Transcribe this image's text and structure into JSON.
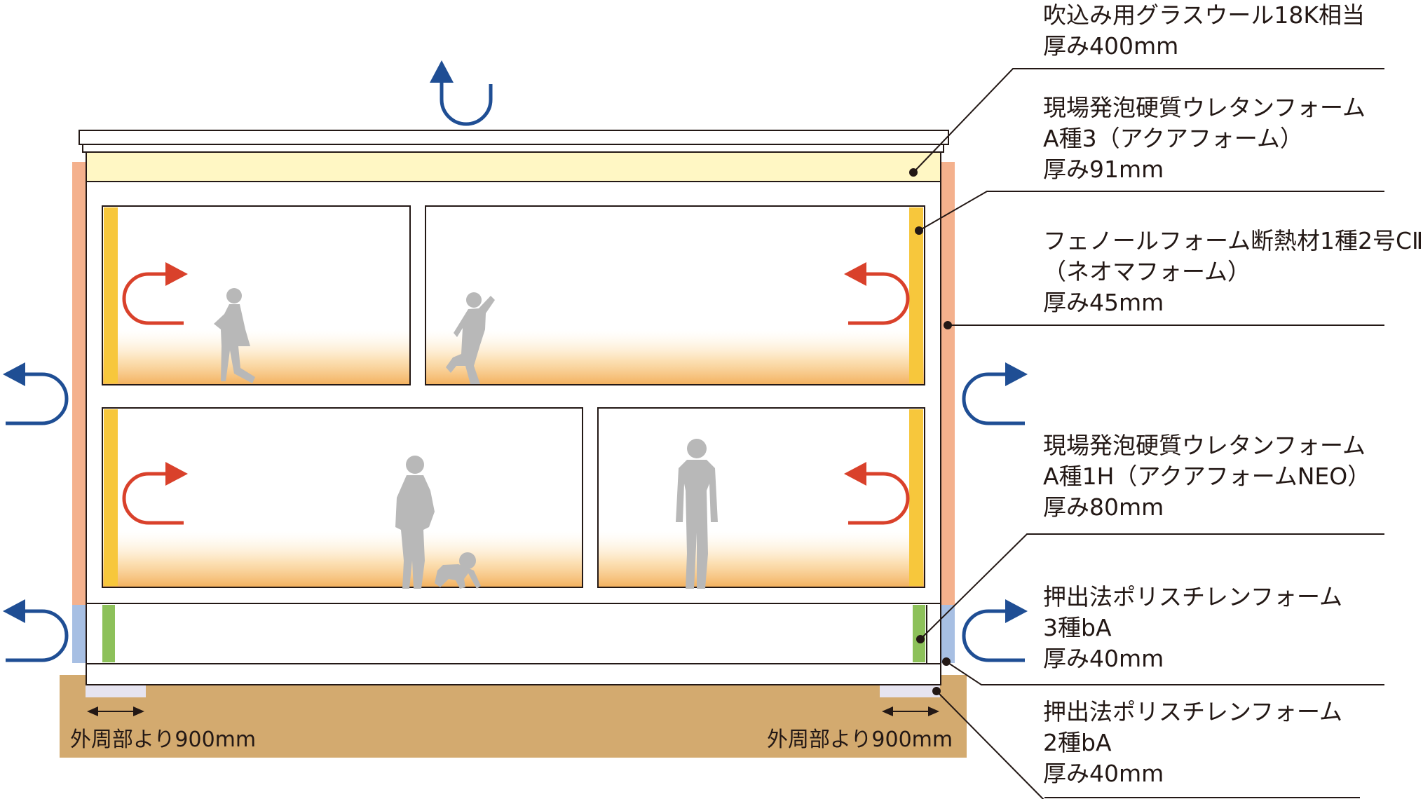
{
  "labels": [
    {
      "id": "roof",
      "lines": [
        "吹込み用グラスウール18K相当",
        "厚み400mm"
      ]
    },
    {
      "id": "ceiling",
      "lines": [
        "現場発泡硬質ウレタンフォーム",
        "A種3（アクアフォーム）",
        "厚み91mm"
      ]
    },
    {
      "id": "wall",
      "lines": [
        "フェノールフォーム断熱材1種2号CⅡ",
        "（ネオマフォーム）",
        "厚み45mm"
      ]
    },
    {
      "id": "floor",
      "lines": [
        "現場発泡硬質ウレタンフォーム",
        "A種1H（アクアフォームNEO）",
        "厚み80mm"
      ]
    },
    {
      "id": "foundation-side",
      "lines": [
        "押出法ポリスチレンフォーム",
        "3種bA",
        "厚み40mm"
      ]
    },
    {
      "id": "foundation-bottom",
      "lines": [
        "押出法ポリスチレンフォーム",
        "2種bA",
        "厚み40mm"
      ]
    }
  ],
  "ground": {
    "left_label": "外周部より900mm",
    "right_label": "外周部より900mm"
  },
  "colors": {
    "roof_insulation": "#fff7c4",
    "wall_insulation": "#f4b18d",
    "inner_insulation": "#f7c73c",
    "floor_insulation": "#8dc15a",
    "foundation_insulation": "#a7bfe3",
    "ground": "#d3aa6f",
    "heat_arrow": "#d9412b",
    "air_arrow": "#1f4e94",
    "silhouette": "#b8b8b8"
  }
}
